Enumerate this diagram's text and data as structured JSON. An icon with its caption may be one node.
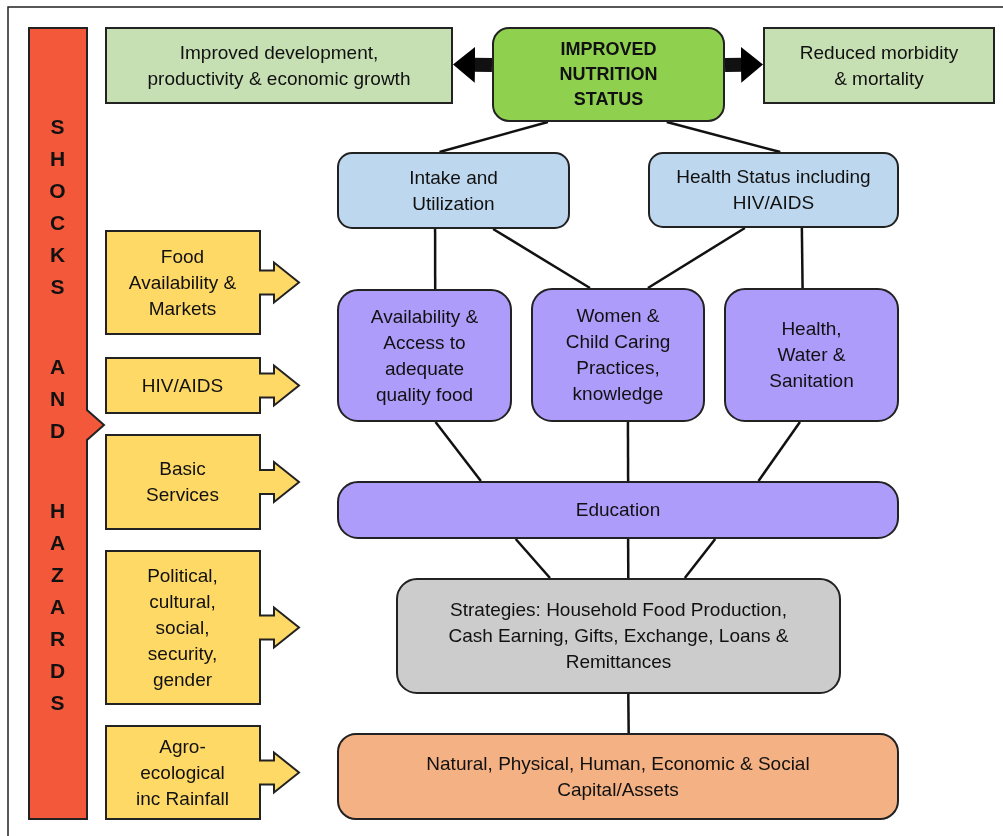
{
  "diagram": {
    "nodes": [
      {
        "text": [
          "SHOCKS AND HAZARDS"
        ]
      },
      {
        "text": [
          "Improved development, productivity & economic growth"
        ]
      },
      {
        "text": [
          "IMPROVED NUTRITION STATUS"
        ]
      },
      {
        "text": [
          "Reduced morbidity & mortality"
        ]
      },
      {
        "text": [
          "Intake and Utilization"
        ]
      },
      {
        "text": [
          "Health Status including HIV/AIDS"
        ]
      },
      {
        "text": [
          "Food Availability & Markets"
        ]
      },
      {
        "text": [
          "Availability & Access to adequate quality food"
        ]
      },
      {
        "text": [
          "Women & Child Caring Practices, knowledge"
        ]
      },
      {
        "text": [
          "Health, Water & Sanitation"
        ]
      },
      {
        "text": [
          "HIV/AIDS"
        ]
      },
      {
        "text": [
          "Basic Services"
        ]
      },
      {
        "text": [
          "Education"
        ]
      },
      {
        "text": [
          "Political, cultural, social, security, gender"
        ]
      },
      {
        "text": [
          "Strategies: Household Food Production, Cash Earning, Gifts, Exchange, Loans & Remittances"
        ]
      },
      {
        "text": [
          "Agro-ecological inc Rainfall"
        ]
      },
      {
        "text": [
          "Natural, Physical, Human, Economic & Social Capital/Assets"
        ]
      }
    ],
    "edges": [
      {
        "from": 2,
        "to": 1,
        "arrow": "to",
        "style": "thick"
      },
      {
        "from": 2,
        "to": 3,
        "arrow": "to",
        "style": "thick"
      },
      {
        "from": 2,
        "to": 4,
        "arrow": "none"
      },
      {
        "from": 2,
        "to": 5,
        "arrow": "none"
      },
      {
        "from": 4,
        "to": 7,
        "arrow": "none"
      },
      {
        "from": 4,
        "to": 8,
        "arrow": "none"
      },
      {
        "from": 5,
        "to": 8,
        "arrow": "none"
      },
      {
        "from": 5,
        "to": 9,
        "arrow": "none"
      },
      {
        "from": 7,
        "to": 12,
        "arrow": "none"
      },
      {
        "from": 8,
        "to": 12,
        "arrow": "none"
      },
      {
        "from": 9,
        "to": 12,
        "arrow": "none"
      },
      {
        "from": 12,
        "to": 14,
        "arrow": "none"
      },
      {
        "from": 12,
        "to": 14,
        "arrow": "none"
      },
      {
        "from": 12,
        "to": 14,
        "arrow": "none"
      },
      {
        "from": 14,
        "to": 16,
        "arrow": "none"
      }
    ]
  }
}
